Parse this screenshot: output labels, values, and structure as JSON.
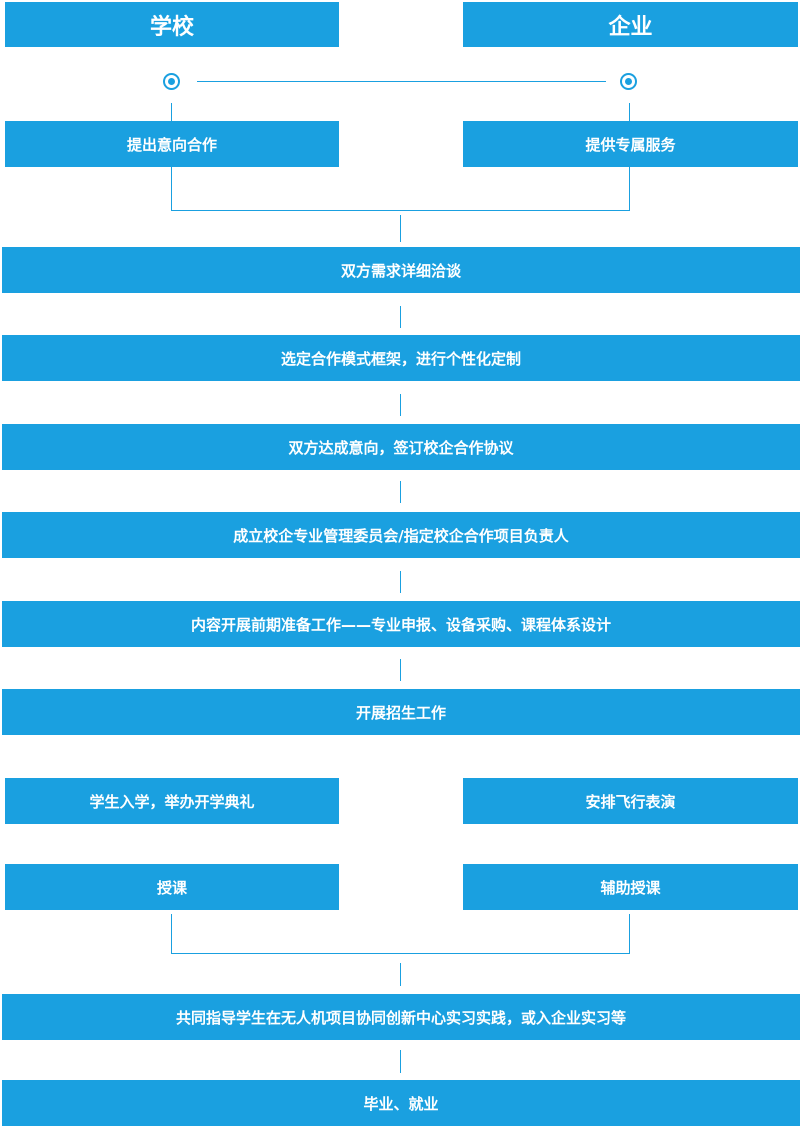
{
  "headers": {
    "school": "学校",
    "enterprise": "企业"
  },
  "left_boxes": {
    "propose": "提出意向合作",
    "enroll": "学生入学，举办开学典礼",
    "teach": "授课"
  },
  "right_boxes": {
    "service": "提供专属服务",
    "flight_show": "安排飞行表演",
    "assist_teach": "辅助授课"
  },
  "steps": [
    "双方需求详细洽谈",
    "选定合作模式框架，进行个性化定制",
    "双方达成意向，签订校企合作协议",
    "成立校企专业管理委员会/指定校企合作项目负责人",
    "内容开展前期准备工作——专业申报、设备采购、课程体系设计",
    "开展招生工作"
  ],
  "final_steps": [
    "共同指导学生在无人机项目协同创新中心实习实践，或入企业实习等",
    "毕业、就业"
  ],
  "colors": {
    "accent": "#1aa0e0",
    "text_on_accent": "#ffffff"
  }
}
